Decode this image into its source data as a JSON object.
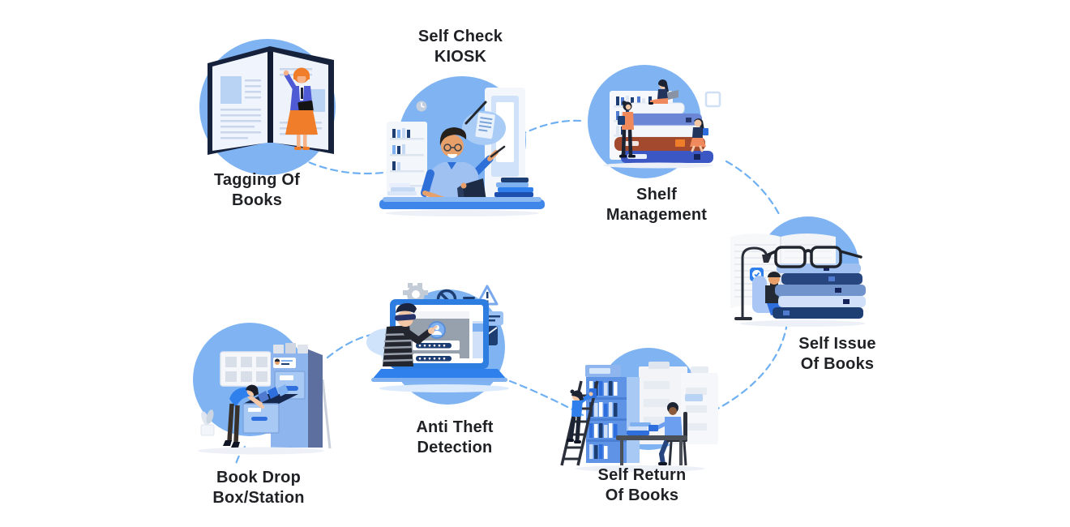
{
  "colors": {
    "background": "#ffffff",
    "circle": "#7fb3f2",
    "connector": "#6fb0f2",
    "label": "#1f2125"
  },
  "steps": [
    {
      "id": "tagging-of-books",
      "label_lines": [
        "Tagging Of",
        "Books"
      ]
    },
    {
      "id": "self-check-kiosk",
      "label_lines": [
        "Self Check",
        "KIOSK"
      ]
    },
    {
      "id": "shelf-management",
      "label_lines": [
        "Shelf",
        "Management"
      ]
    },
    {
      "id": "self-issue-of-books",
      "label_lines": [
        "Self Issue",
        "Of Books"
      ]
    },
    {
      "id": "self-return-of-books",
      "label_lines": [
        "Self Return",
        "Of Books"
      ]
    },
    {
      "id": "anti-theft-detection",
      "label_lines": [
        "Anti Theft",
        "Detection"
      ]
    },
    {
      "id": "book-drop-box-station",
      "label_lines": [
        "Book Drop",
        "Box/Station"
      ]
    }
  ],
  "connections": [
    {
      "from": "tagging-of-books",
      "to": "self-check-kiosk"
    },
    {
      "from": "self-check-kiosk",
      "to": "shelf-management"
    },
    {
      "from": "shelf-management",
      "to": "self-issue-of-books"
    },
    {
      "from": "self-issue-of-books",
      "to": "self-return-of-books"
    },
    {
      "from": "self-return-of-books",
      "to": "anti-theft-detection"
    },
    {
      "from": "anti-theft-detection",
      "to": "book-drop-box-station"
    }
  ]
}
